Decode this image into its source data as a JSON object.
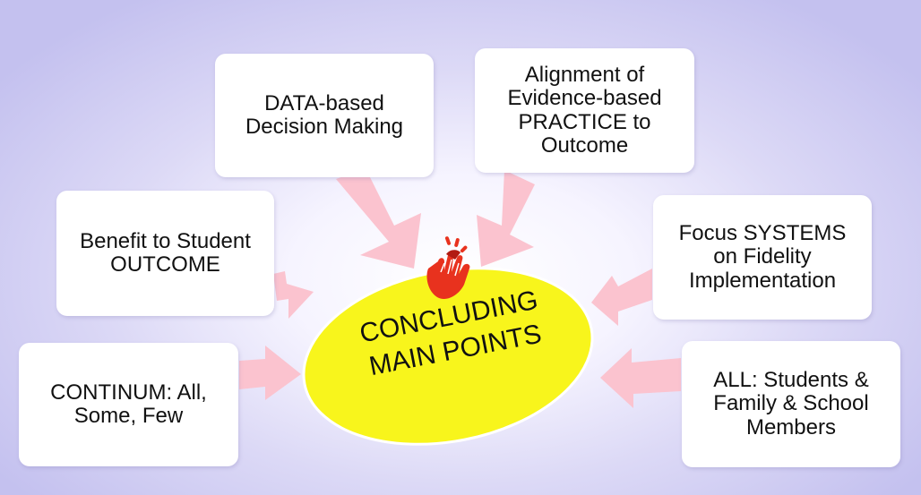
{
  "diagram": {
    "center": {
      "title": "CONCLUDING\nMAIN POINTS",
      "icon": "clapping-hands-icon",
      "fill": "#f8f51c"
    },
    "boxes": [
      {
        "id": "continuum",
        "text": "CONTINUM: All,\nSome, Few"
      },
      {
        "id": "benefit",
        "text": "Benefit to Student\nOUTCOME"
      },
      {
        "id": "data",
        "text": "DATA-based\nDecision Making"
      },
      {
        "id": "alignment",
        "text": "Alignment of\nEvidence-based\nPRACTICE to\nOutcome"
      },
      {
        "id": "focus",
        "text": "Focus SYSTEMS\non Fidelity\nImplementation"
      },
      {
        "id": "all",
        "text": "ALL: Students &\nFamily & School\nMembers"
      }
    ],
    "colors": {
      "arrow": "#fbc3cf",
      "box": "#ffffff",
      "ellipse": "#f8f51c",
      "icon": "#e8321e"
    }
  }
}
